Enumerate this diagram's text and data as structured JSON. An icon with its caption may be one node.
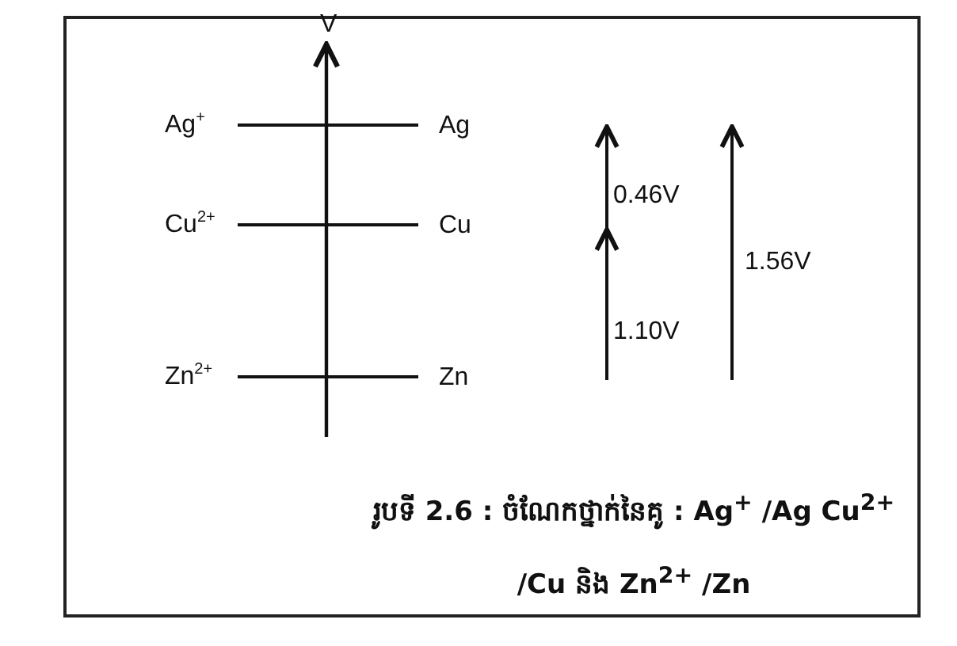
{
  "diagram": {
    "caption": "រូបទី 2.6 : ចំណែកថ្នាក់នៃគូ : Ag$^{+}$ /Ag Cu$^{2+}$ /Cu និង Zn$^{2+}$ /Zn",
    "labels": [
      "V",
      "Ag$^{+}$",
      "Ag",
      "Cu$^{2+}$",
      "Cu",
      "Zn$^{2+}$",
      "Zn",
      "0.46V",
      "1.56V",
      "1.10V"
    ]
  }
}
